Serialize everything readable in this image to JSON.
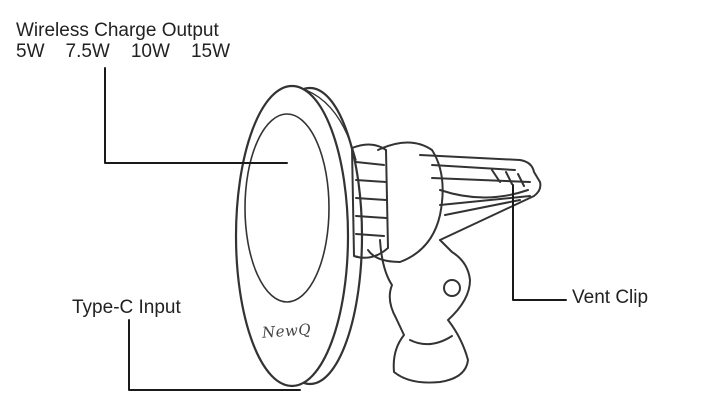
{
  "callouts": {
    "wireless_output": {
      "title": "Wireless Charge Output",
      "values": [
        "5W",
        "7.5W",
        "10W",
        "15W"
      ]
    },
    "type_c": {
      "label": "Type-C Input"
    },
    "vent_clip": {
      "label": "Vent Clip"
    }
  },
  "product": {
    "brand": "NewQ"
  },
  "colors": {
    "line": "#1a1a1a",
    "stroke": "#333333",
    "background": "#ffffff"
  }
}
